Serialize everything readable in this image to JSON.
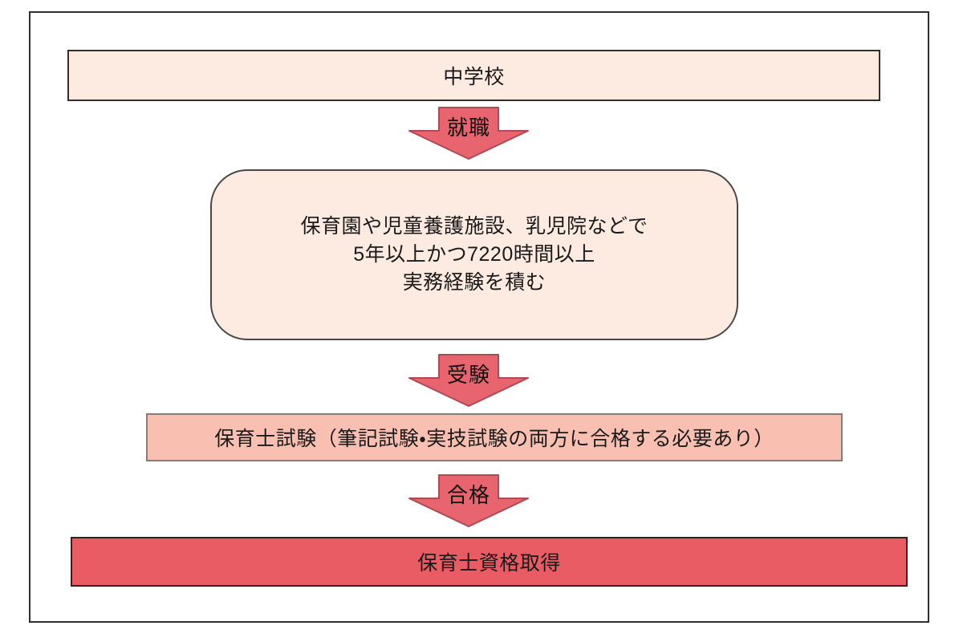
{
  "diagram": {
    "description": "Flowchart of path from middle school to childcare worker qualification",
    "nodes": {
      "school": {
        "label": "中学校"
      },
      "experience": {
        "lines": [
          "保育園や児童養護施設、乳児院などで",
          "5年以上かつ7220時間以上",
          "実務経験を積む"
        ]
      },
      "exam": {
        "label": "保育士試験（筆記試験・実技試験の両方に合格する必要あり）"
      },
      "license": {
        "label": "保育士資格取得"
      }
    },
    "arrows": {
      "employment": {
        "label": "就職"
      },
      "take_exam": {
        "label": "受験"
      },
      "pass": {
        "label": "合格"
      }
    },
    "colors": {
      "light_box_fill": "#fdeae1",
      "exam_box_fill": "#f9c0b1",
      "license_box_fill": "#ea5c63",
      "arrow_fill": "#e8646e",
      "arrow_border": "#b04a52",
      "frame_border": "#2f2f2f",
      "text": "#1a1a1a"
    }
  }
}
